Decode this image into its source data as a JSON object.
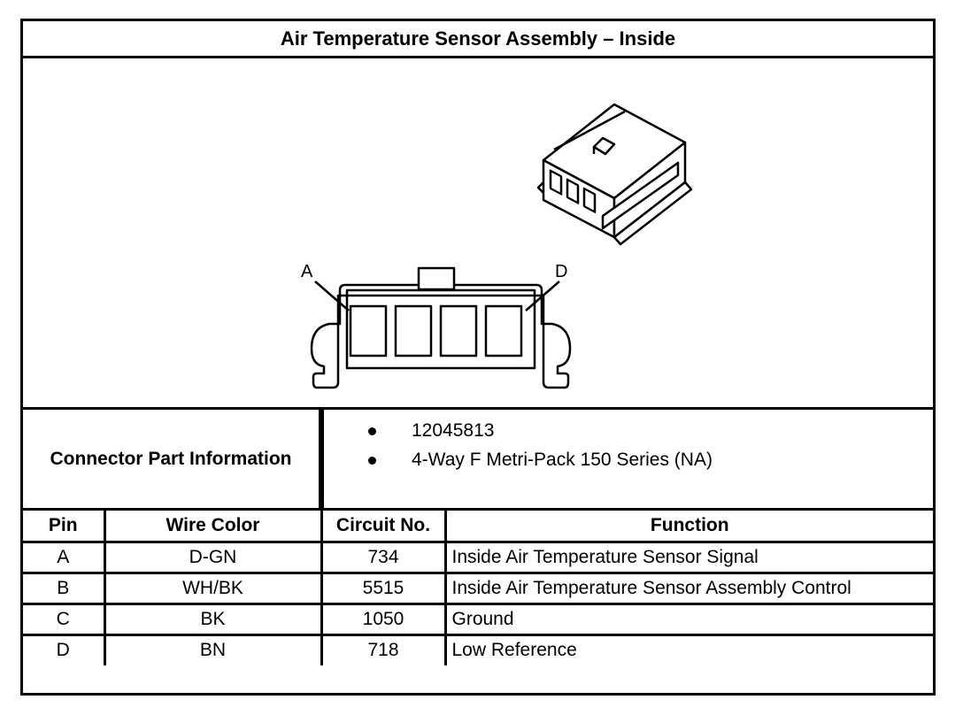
{
  "title": "Air Temperature Sensor Assembly – Inside",
  "figure": {
    "pin_labels": {
      "left": "A",
      "right": "D"
    }
  },
  "connector_info": {
    "label": "Connector Part Information",
    "items": [
      "12045813",
      "4-Way F Metri-Pack 150 Series (NA)"
    ]
  },
  "pin_table": {
    "headers": [
      "Pin",
      "Wire Color",
      "Circuit No.",
      "Function"
    ],
    "rows": [
      [
        "A",
        "D-GN",
        "734",
        "Inside Air Temperature Sensor Signal"
      ],
      [
        "B",
        "WH/BK",
        "5515",
        "Inside Air Temperature Sensor Assembly Control"
      ],
      [
        "C",
        "BK",
        "1050",
        "Ground"
      ],
      [
        "D",
        "BN",
        "718",
        "Low Reference"
      ]
    ]
  }
}
